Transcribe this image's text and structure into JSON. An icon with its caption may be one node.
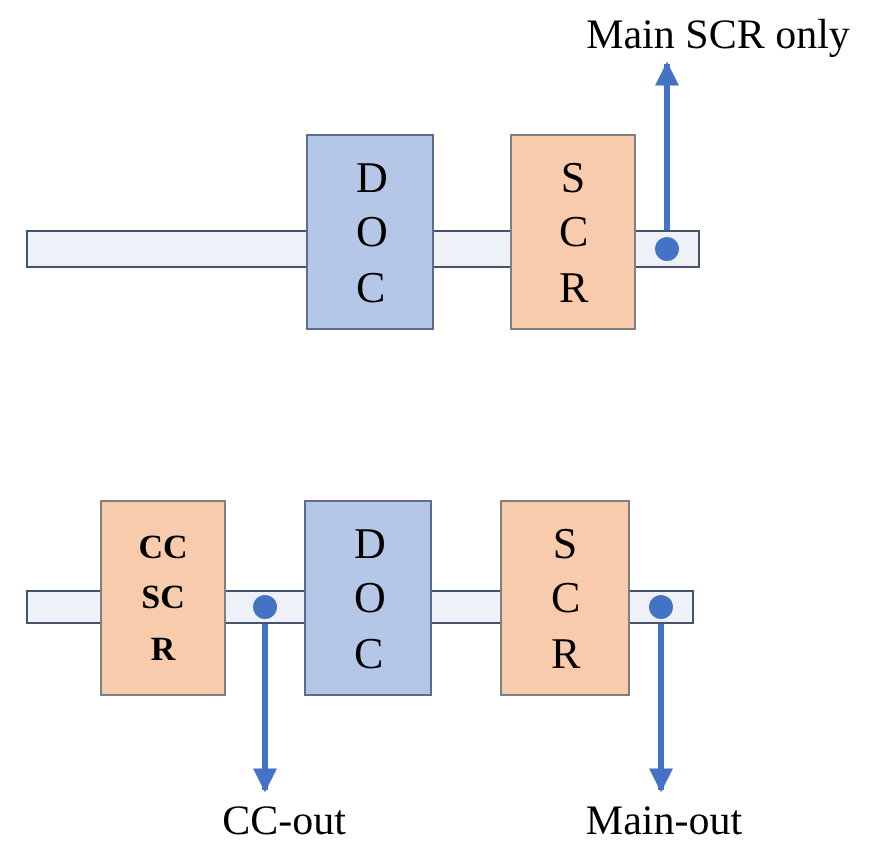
{
  "diagram": {
    "nodes": [
      {
        "text": [
          "Main SCR only"
        ]
      },
      {
        "text": [],
        "shape": "bar"
      },
      {
        "text": [
          "DOC"
        ]
      },
      {
        "text": [],
        "shape": "bar"
      },
      {
        "text": [
          "SCR"
        ]
      },
      {
        "text": [],
        "shape": "bar"
      },
      {
        "text": [],
        "shape": "bar"
      },
      {
        "text": [
          "CC SCR"
        ]
      },
      {
        "text": [],
        "shape": "bar"
      },
      {
        "text": [
          "DOC"
        ]
      },
      {
        "text": [],
        "shape": "bar"
      },
      {
        "text": [
          "SCR"
        ]
      },
      {
        "text": [],
        "shape": "bar"
      },
      {
        "text": [
          "CC-out"
        ]
      },
      {
        "text": [
          "Main-out"
        ]
      }
    ],
    "edges": [
      {
        "from": 5,
        "to": 0,
        "arrow": "to"
      },
      {
        "from": 8,
        "to": 13,
        "arrow": "to"
      },
      {
        "from": 12,
        "to": 14,
        "arrow": "to"
      }
    ]
  }
}
